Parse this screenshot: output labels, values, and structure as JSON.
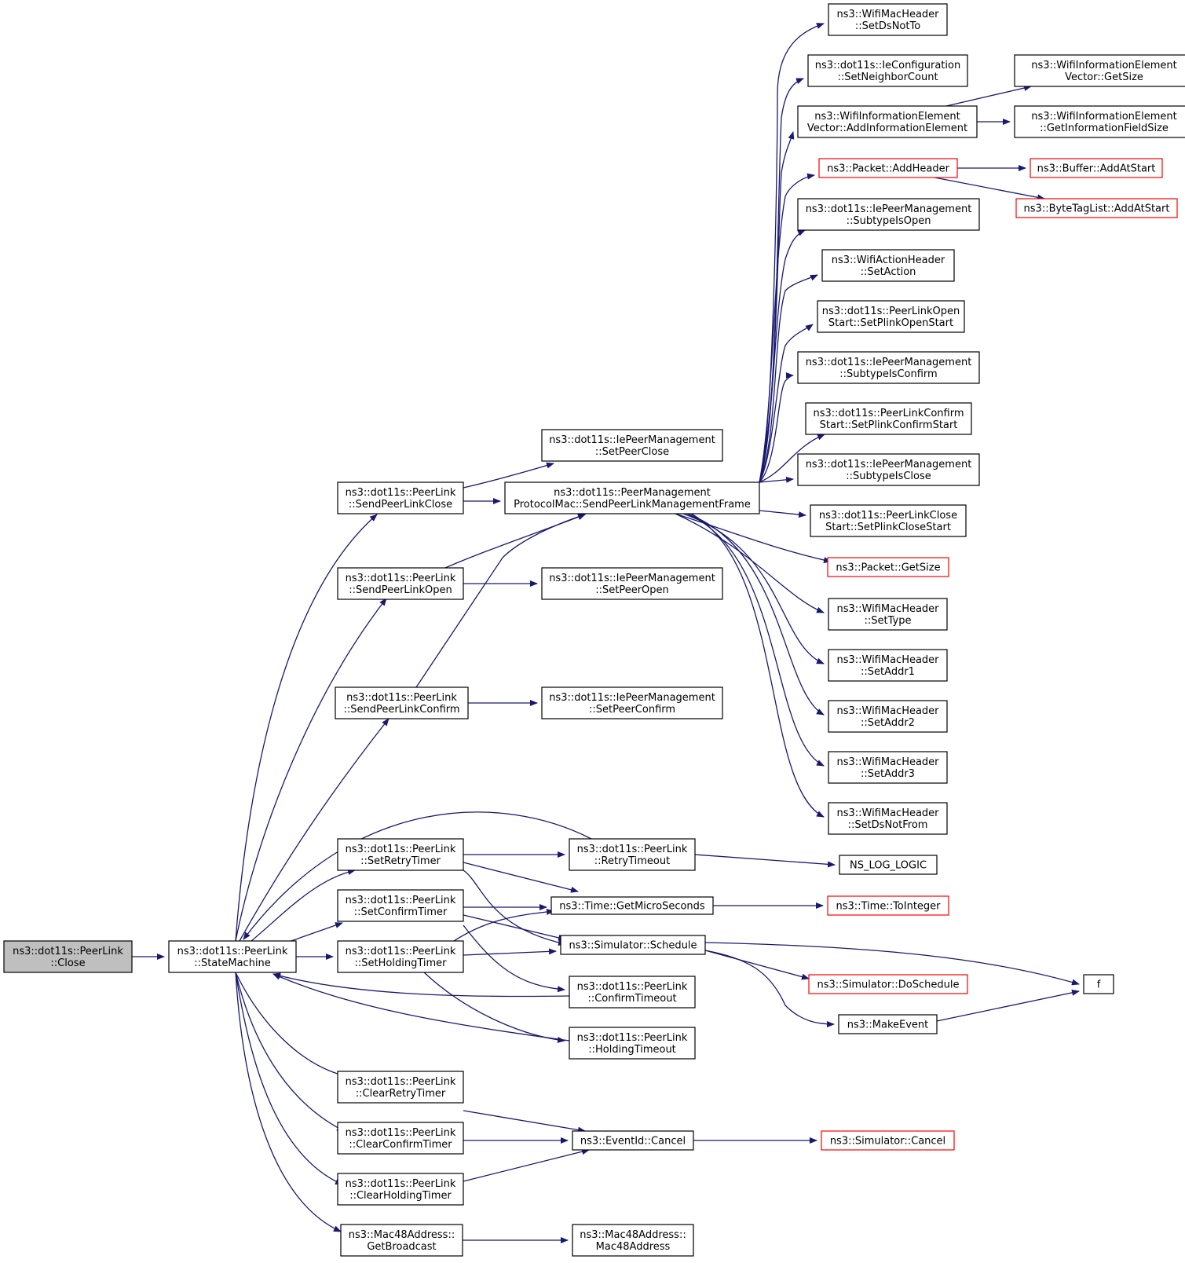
{
  "colors": {
    "edge": "#191970",
    "node_border": "#000000",
    "truncated_border": "#ff0000",
    "root_fill": "#bfbfbf"
  },
  "nodes": [
    {
      "id": "close",
      "lines": [
        "ns3::dot11s::PeerLink",
        "::Close"
      ],
      "style": "root"
    },
    {
      "id": "statemachine",
      "lines": [
        "ns3::dot11s::PeerLink",
        "::StateMachine"
      ]
    },
    {
      "id": "sendclose",
      "lines": [
        "ns3::dot11s::PeerLink",
        "::SendPeerLinkClose"
      ]
    },
    {
      "id": "sendopen",
      "lines": [
        "ns3::dot11s::PeerLink",
        "::SendPeerLinkOpen"
      ]
    },
    {
      "id": "sendconfirm",
      "lines": [
        "ns3::dot11s::PeerLink",
        "::SendPeerLinkConfirm"
      ]
    },
    {
      "id": "setretry",
      "lines": [
        "ns3::dot11s::PeerLink",
        "::SetRetryTimer"
      ]
    },
    {
      "id": "setconfirm",
      "lines": [
        "ns3::dot11s::PeerLink",
        "::SetConfirmTimer"
      ]
    },
    {
      "id": "setholding",
      "lines": [
        "ns3::dot11s::PeerLink",
        "::SetHoldingTimer"
      ]
    },
    {
      "id": "clearretry",
      "lines": [
        "ns3::dot11s::PeerLink",
        "::ClearRetryTimer"
      ]
    },
    {
      "id": "clearconfirm",
      "lines": [
        "ns3::dot11s::PeerLink",
        "::ClearConfirmTimer"
      ]
    },
    {
      "id": "clearholding",
      "lines": [
        "ns3::dot11s::PeerLink",
        "::ClearHoldingTimer"
      ]
    },
    {
      "id": "getbroadcast",
      "lines": [
        "ns3::Mac48Address::",
        "GetBroadcast"
      ]
    },
    {
      "id": "setpeerclose",
      "lines": [
        "ns3::dot11s::IePeerManagement",
        "::SetPeerClose"
      ]
    },
    {
      "id": "sendmgmt",
      "lines": [
        "ns3::dot11s::PeerManagement",
        "ProtocolMac::SendPeerLinkManagementFrame"
      ]
    },
    {
      "id": "setpeeropen",
      "lines": [
        "ns3::dot11s::IePeerManagement",
        "::SetPeerOpen"
      ]
    },
    {
      "id": "setpeerconfirm",
      "lines": [
        "ns3::dot11s::IePeerManagement",
        "::SetPeerConfirm"
      ]
    },
    {
      "id": "retrytimeout",
      "lines": [
        "ns3::dot11s::PeerLink",
        "::RetryTimeout"
      ]
    },
    {
      "id": "getmicro",
      "lines": [
        "ns3::Time::GetMicroSeconds"
      ]
    },
    {
      "id": "schedule",
      "lines": [
        "ns3::Simulator::Schedule"
      ]
    },
    {
      "id": "confirmtimeout",
      "lines": [
        "ns3::dot11s::PeerLink",
        "::ConfirmTimeout"
      ]
    },
    {
      "id": "holdingtimeout",
      "lines": [
        "ns3::dot11s::PeerLink",
        "::HoldingTimeout"
      ]
    },
    {
      "id": "eventcancel",
      "lines": [
        "ns3::EventId::Cancel"
      ]
    },
    {
      "id": "mac48ctor",
      "lines": [
        "ns3::Mac48Address::",
        "Mac48Address"
      ]
    },
    {
      "id": "setdsnotto",
      "lines": [
        "ns3::WifiMacHeader",
        "::SetDsNotTo"
      ]
    },
    {
      "id": "setneighbor",
      "lines": [
        "ns3::dot11s::IeConfiguration",
        "::SetNeighborCount"
      ]
    },
    {
      "id": "addinfo",
      "lines": [
        "ns3::WifiInformationElement",
        "Vector::AddInformationElement"
      ]
    },
    {
      "id": "addheader",
      "lines": [
        "ns3::Packet::AddHeader"
      ],
      "style": "red"
    },
    {
      "id": "subtypeopen",
      "lines": [
        "ns3::dot11s::IePeerManagement",
        "::SubtypeIsOpen"
      ]
    },
    {
      "id": "setaction",
      "lines": [
        "ns3::WifiActionHeader",
        "::SetAction"
      ]
    },
    {
      "id": "plinkopen",
      "lines": [
        "ns3::dot11s::PeerLinkOpen",
        "Start::SetPlinkOpenStart"
      ]
    },
    {
      "id": "subtypeconfirm",
      "lines": [
        "ns3::dot11s::IePeerManagement",
        "::SubtypeIsConfirm"
      ]
    },
    {
      "id": "plinkconfirm",
      "lines": [
        "ns3::dot11s::PeerLinkConfirm",
        "Start::SetPlinkConfirmStart"
      ]
    },
    {
      "id": "subtypeclose",
      "lines": [
        "ns3::dot11s::IePeerManagement",
        "::SubtypeIsClose"
      ]
    },
    {
      "id": "plinkclose",
      "lines": [
        "ns3::dot11s::PeerLinkClose",
        "Start::SetPlinkCloseStart"
      ]
    },
    {
      "id": "packetgetsize",
      "lines": [
        "ns3::Packet::GetSize"
      ],
      "style": "red"
    },
    {
      "id": "settype",
      "lines": [
        "ns3::WifiMacHeader",
        "::SetType"
      ]
    },
    {
      "id": "setaddr1",
      "lines": [
        "ns3::WifiMacHeader",
        "::SetAddr1"
      ]
    },
    {
      "id": "setaddr2",
      "lines": [
        "ns3::WifiMacHeader",
        "::SetAddr2"
      ]
    },
    {
      "id": "setaddr3",
      "lines": [
        "ns3::WifiMacHeader",
        "::SetAddr3"
      ]
    },
    {
      "id": "setdsnotfrom",
      "lines": [
        "ns3::WifiMacHeader",
        "::SetDsNotFrom"
      ]
    },
    {
      "id": "nsloglogic",
      "lines": [
        "NS_LOG_LOGIC"
      ]
    },
    {
      "id": "tointeger",
      "lines": [
        "ns3::Time::ToInteger"
      ],
      "style": "red"
    },
    {
      "id": "doschedule",
      "lines": [
        "ns3::Simulator::DoSchedule"
      ],
      "style": "red"
    },
    {
      "id": "makeevent",
      "lines": [
        "ns3::MakeEvent"
      ]
    },
    {
      "id": "f",
      "lines": [
        "f"
      ]
    },
    {
      "id": "simcancel",
      "lines": [
        "ns3::Simulator::Cancel"
      ],
      "style": "red"
    },
    {
      "id": "vecgetsize",
      "lines": [
        "ns3::WifiInformationElement",
        "Vector::GetSize"
      ]
    },
    {
      "id": "getinfosize",
      "lines": [
        "ns3::WifiInformationElement",
        "::GetInformationFieldSize"
      ]
    },
    {
      "id": "bufferaddatstart",
      "lines": [
        "ns3::Buffer::AddAtStart"
      ],
      "style": "red"
    },
    {
      "id": "bytetagaddatstart",
      "lines": [
        "ns3::ByteTagList::AddAtStart"
      ],
      "style": "red"
    }
  ]
}
